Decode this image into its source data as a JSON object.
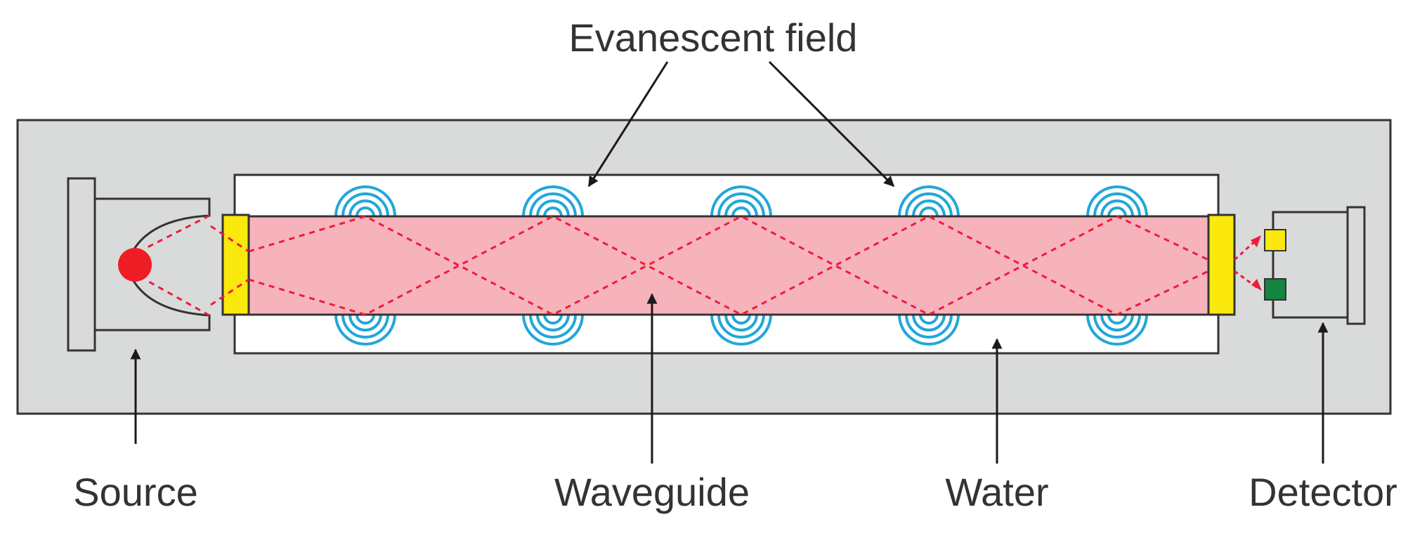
{
  "labels": {
    "evanescent_field": "Evanescent field",
    "source": "Source",
    "waveguide": "Waveguide",
    "water": "Water",
    "detector": "Detector"
  },
  "colors": {
    "housing": "#d9dbdb",
    "water": "#ffffff",
    "waveguide": "#f7b3bc",
    "coupler": "#fbe80c",
    "beam": "#ee1c3a",
    "source_led": "#ee1c24",
    "field_rings": "#22a7d9",
    "detector_top": "#fbe80c",
    "detector_bottom": "#14843f",
    "outline": "#333333"
  },
  "icons": {
    "source": "led-lamp-icon",
    "detector": "photodetector-icon",
    "field": "evanescent-ring-icon"
  }
}
